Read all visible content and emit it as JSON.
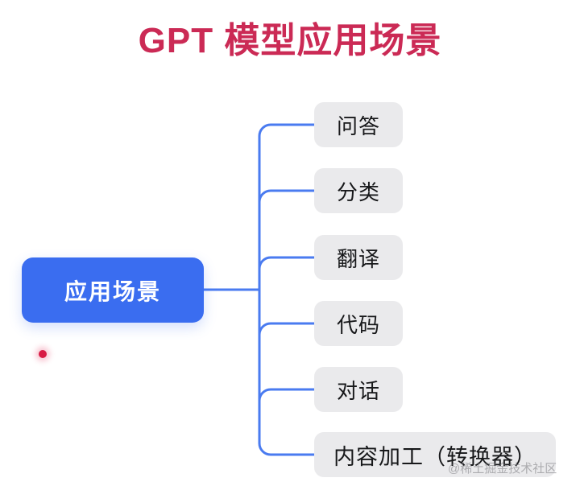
{
  "title": "GPT 模型应用场景",
  "colors": {
    "title": "#cb2a55",
    "root_node_bg": "#3a6df0",
    "root_node_text": "#ffffff",
    "leaf_node_bg": "#eaeaec",
    "leaf_node_text": "#17181a",
    "connector": "#4a7bf0",
    "dot": "#d81b44",
    "background": "#ffffff"
  },
  "mindmap": {
    "root": {
      "label": "应用场景"
    },
    "children": [
      {
        "label": "问答"
      },
      {
        "label": "分类"
      },
      {
        "label": "翻译"
      },
      {
        "label": "代码"
      },
      {
        "label": "对话"
      },
      {
        "label": "内容加工（转换器）"
      }
    ]
  },
  "marker": {
    "name": "red-dot"
  },
  "watermark": "@稀土掘金技术社区"
}
